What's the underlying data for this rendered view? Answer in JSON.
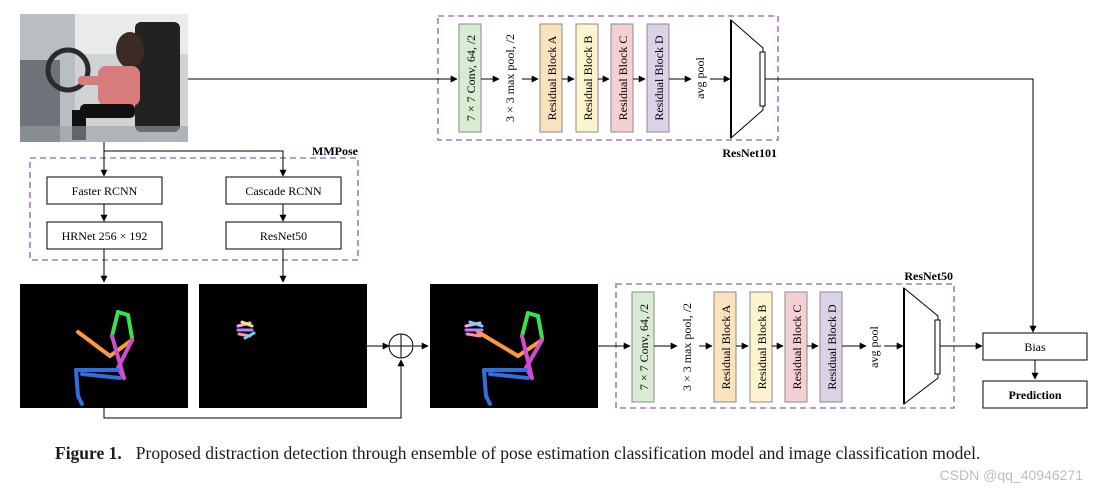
{
  "colors": {
    "group_border": "#a77bb5",
    "conv": "#d7ecd2",
    "block_a": "#f9e3be",
    "block_b": "#fdf4cd",
    "block_c": "#f5d0d3",
    "block_d": "#dcd2e8",
    "block_edge": "#8a8a8a",
    "line": "#000000"
  },
  "resnet101": {
    "label": "ResNet101",
    "conv": "7 × 7 Conv, 64, /2",
    "pool": "3 × 3 max pool, /2",
    "block_a": "Residual Block A",
    "block_b": "Residual Block B",
    "block_c": "Residual Block C",
    "block_d": "Residual Block D",
    "avgpool": "avg pool"
  },
  "resnet50_cls": {
    "label": "ResNet50",
    "conv": "7 × 7 Conv, 64, /2",
    "pool": "3 × 3 max pool, /2",
    "block_a": "Residual Block A",
    "block_b": "Residual Block B",
    "block_c": "Residual Block C",
    "block_d": "Residual Block D",
    "avgpool": "avg pool"
  },
  "mmpose": {
    "label": "MMPose",
    "faster_rcnn": "Faster RCNN",
    "hrnet": "HRNet 256 × 192",
    "cascade_rcnn": "Cascade RCNN",
    "resnet50": "ResNet50"
  },
  "fusion": {
    "bias": "Bias",
    "prediction": "Prediction"
  },
  "caption": {
    "label": "Figure 1.",
    "text": "Proposed distraction detection through ensemble of pose estimation classification model and image classification model."
  },
  "watermark": "CSDN @qq_40946271"
}
